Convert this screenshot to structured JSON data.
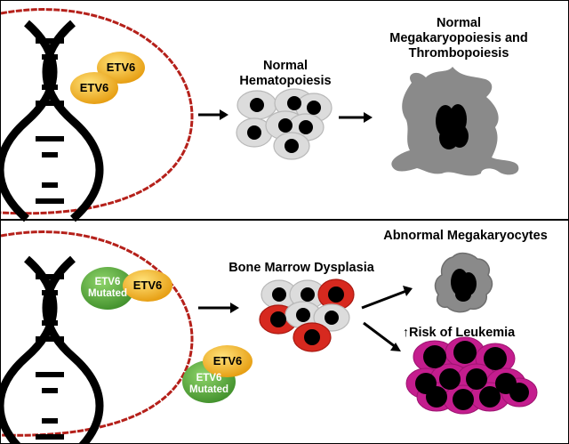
{
  "labels": {
    "normal_hematopoiesis": [
      "Normal",
      "Hematopoiesis"
    ],
    "normal_megakaryopoiesis": [
      "Normal",
      "Megakaryopoiesis and",
      "Thrombopoiesis"
    ],
    "bone_marrow_dysplasia": "Bone Marrow Dysplasia",
    "abnormal_megakaryocytes": "Abnormal Megakaryocytes",
    "risk_of_leukemia": "↑Risk of Leukemia"
  },
  "proteins": {
    "etv6": "ETV6",
    "etv6_mutated": [
      "ETV6",
      "Mutated"
    ]
  },
  "colors": {
    "circle_outline": "#b5201a",
    "etv6_protein": "#f2b418",
    "etv6_mutated_protein": "#5fa83a",
    "normal_cell": "#dcdcdc",
    "dysplastic_cell": "#d7291f",
    "leukemic_cell": "#c41d8e",
    "megakaryocyte": "#8a8a8a",
    "nucleus": "#000000"
  }
}
